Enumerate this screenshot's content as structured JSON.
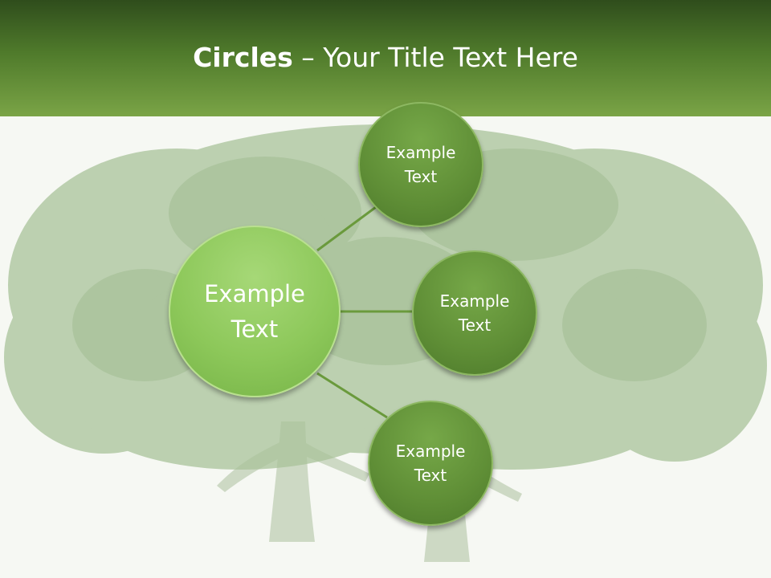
{
  "title": {
    "bold": "Circles",
    "rest": " – Your Title Text Here"
  },
  "center_node": {
    "line1": "Example",
    "line2": "Text"
  },
  "satellites": [
    {
      "line1": "Example",
      "line2": "Text"
    },
    {
      "line1": "Example",
      "line2": "Text"
    },
    {
      "line1": "Example",
      "line2": "Text"
    }
  ],
  "colors": {
    "header_dark": "#2f4d1c",
    "header_light": "#7aa446",
    "center": "#8dc85a",
    "satellite": "#5f8e36",
    "connector": "#6a9a3c"
  },
  "icons": [
    "tree-background-illustration"
  ]
}
